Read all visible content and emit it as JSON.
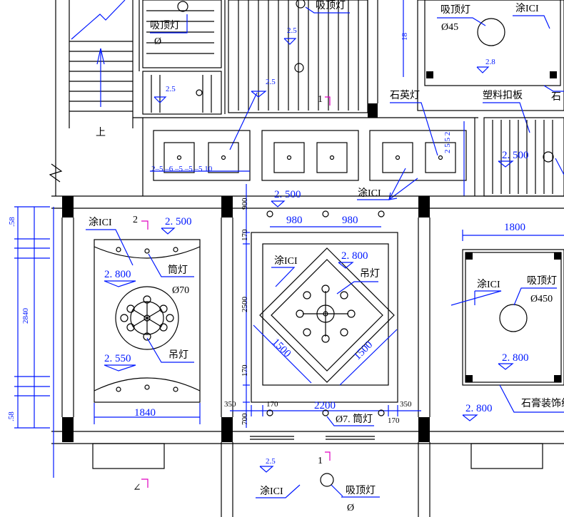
{
  "labels": {
    "light_ceiling": "吸顶灯",
    "light_ceiling_dia_top": "Ø45",
    "light_ceiling_dia_right": "Ø450",
    "light_down": "筒灯",
    "light_down_dia": "Ø70",
    "light_down_bottom": "Ø7. 筒灯",
    "light_pendant": "吊灯",
    "light_quartz": "石英灯",
    "plastic_panel": "塑料扣板",
    "gypsum_trim": "石膏装饰线",
    "paint": "涂ICI",
    "stair_up": "上",
    "small_phi": "Ø",
    "partial_label_r": "石"
  },
  "elevations": {
    "e2500_top": "2. 500",
    "e2500_left": "2. 500",
    "e2500_mid": "2. 500",
    "e2800_left": "2. 800",
    "e2800_mid": "2. 800",
    "e2800_right": "2. 800",
    "e2550": "2. 550",
    "e2800_bottom": "2. 800"
  },
  "dimensions": {
    "d1840": "1840",
    "d1800": "1800",
    "d2200": "2200",
    "d980a": "980",
    "d980b": "980",
    "d900": "900",
    "d170a": "170",
    "d170b": "170",
    "d170c": "170",
    "d170d": "170",
    "d350a": "350",
    "d350b": "350",
    "d2500": "2500",
    "d700": "700",
    "d1500a": "1500",
    "d1500b": "1500"
  },
  "markers": {
    "m1a": "1",
    "m1b": "1",
    "m2": "2"
  }
}
